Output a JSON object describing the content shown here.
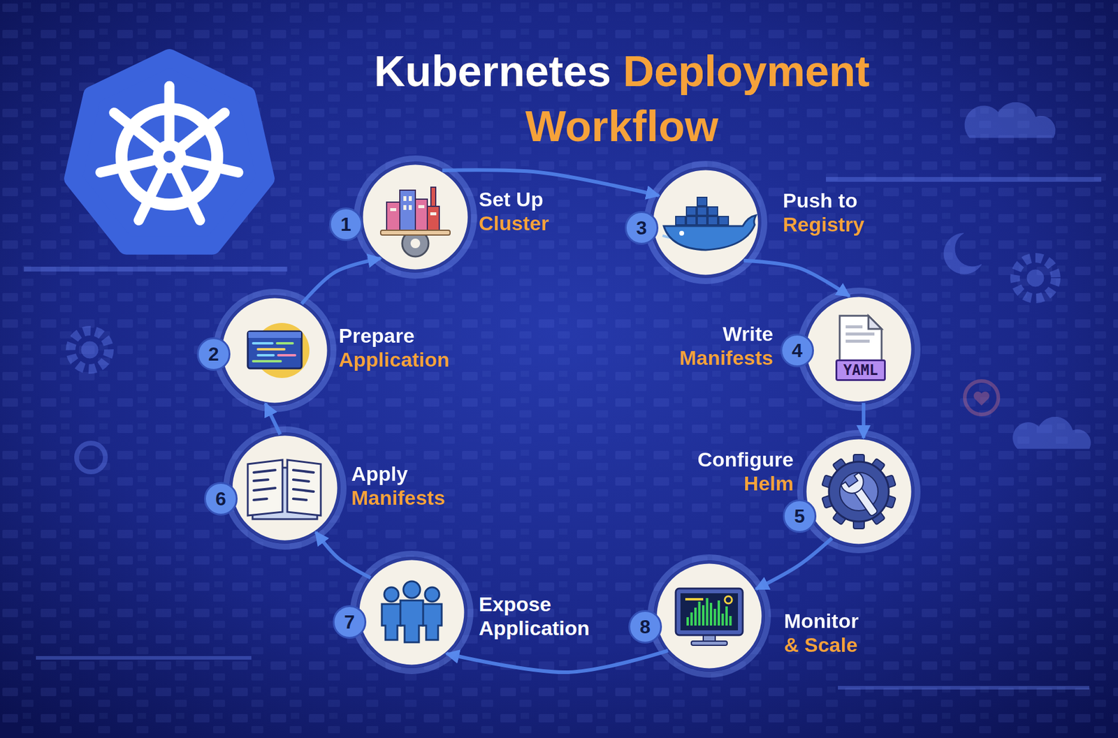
{
  "diagram": {
    "title": "Kubernetes Deployment Workflow",
    "nodes": [
      {
        "text": [
          "1",
          "Set Up Cluster"
        ]
      },
      {
        "text": [
          "2",
          "Prepare Application"
        ]
      },
      {
        "text": [
          "3",
          "Push to Registry"
        ]
      },
      {
        "text": [
          "4",
          "Write Manifests"
        ]
      },
      {
        "text": [
          "5",
          "Configure Helm"
        ]
      },
      {
        "text": [
          "6",
          "Apply Manifests"
        ]
      },
      {
        "text": [
          "7",
          "Expose Application"
        ]
      },
      {
        "text": [
          "8",
          "Monitor & Scale"
        ]
      }
    ],
    "edges": [
      {
        "from": 0,
        "to": 2,
        "arrow": "to"
      },
      {
        "from": 2,
        "to": 3,
        "arrow": "to"
      },
      {
        "from": 3,
        "to": 4,
        "arrow": "to"
      },
      {
        "from": 4,
        "to": 7,
        "arrow": "to"
      },
      {
        "from": 7,
        "to": 6,
        "arrow": "to"
      },
      {
        "from": 6,
        "to": 5,
        "arrow": "to"
      },
      {
        "from": 5,
        "to": 1,
        "arrow": "to"
      },
      {
        "from": 1,
        "to": 0,
        "arrow": "to"
      }
    ],
    "labels": [
      "YAML"
    ]
  }
}
